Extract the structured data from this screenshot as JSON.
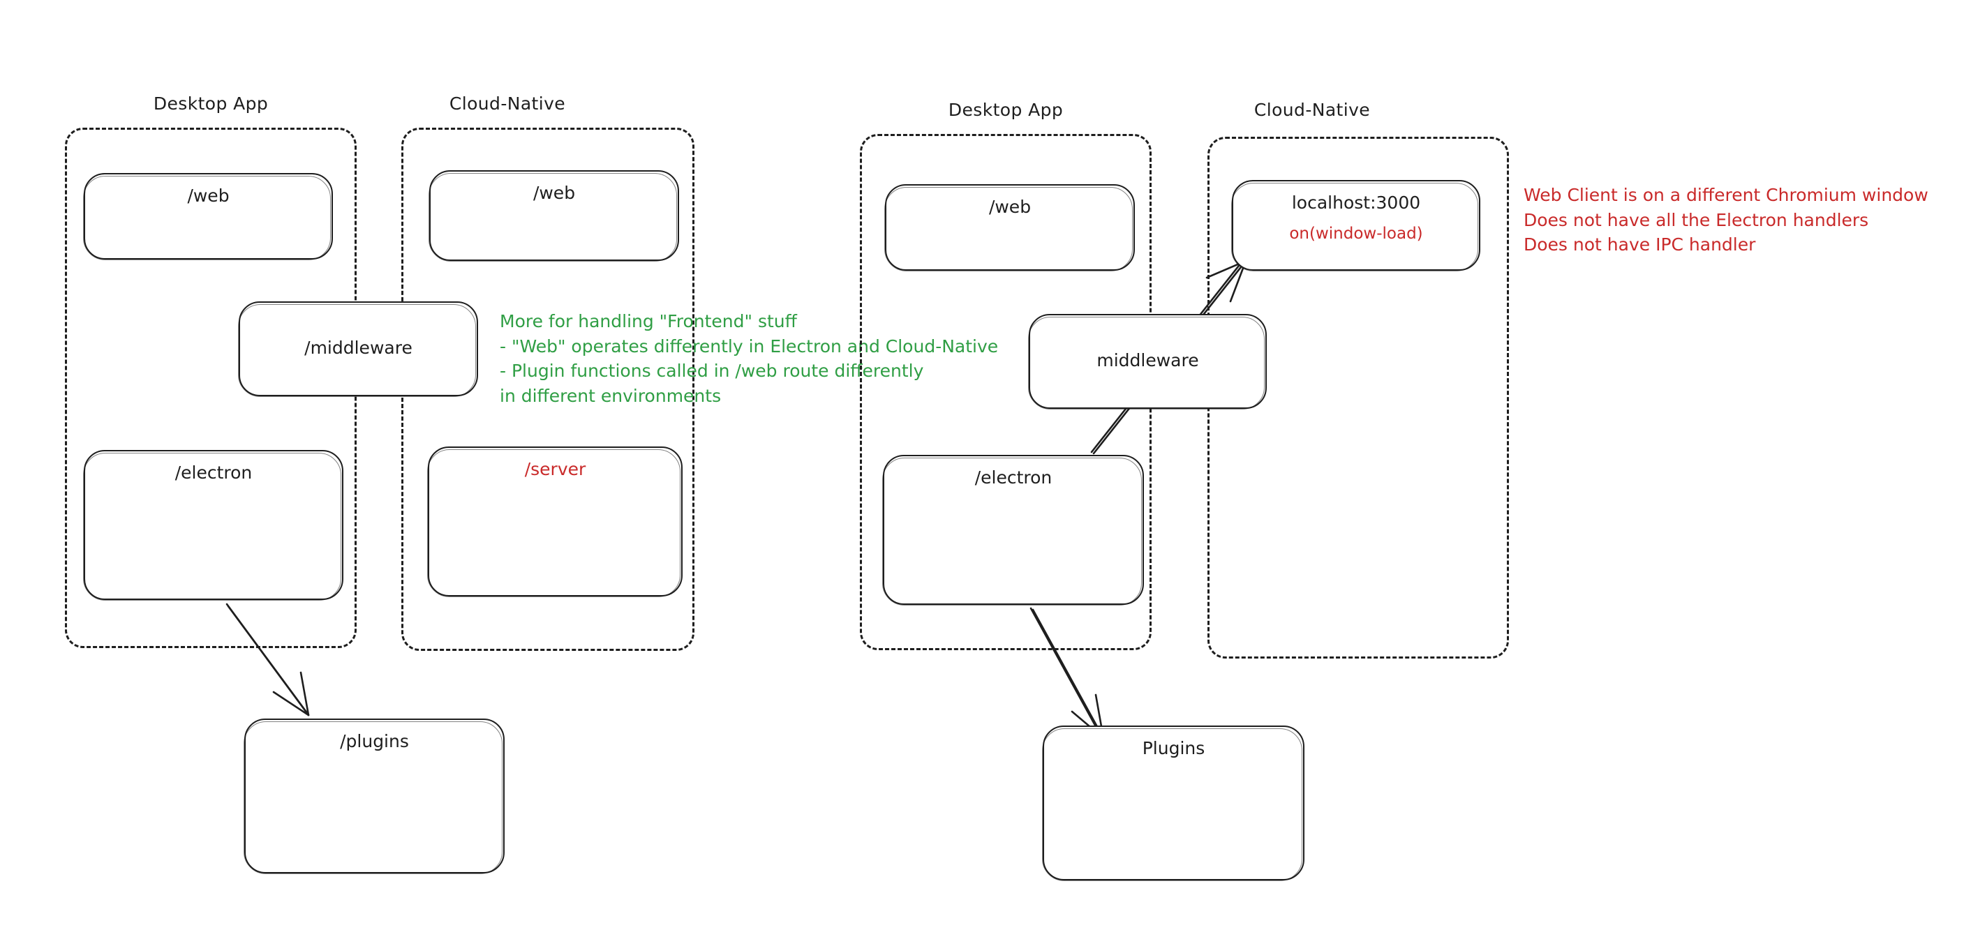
{
  "diagram": {
    "title": "Electron Desktop App vs Cloud-Native architecture sketch",
    "colors": {
      "ink": "#1e1e1e",
      "green_note": "#2f9e44",
      "red_note": "#c92a2a",
      "background": "#ffffff"
    }
  },
  "left_diagram": {
    "groups": [
      {
        "id": "left-desktop-app",
        "label": "Desktop App"
      },
      {
        "id": "left-cloud-native",
        "label": "Cloud-Native"
      }
    ],
    "nodes": [
      {
        "id": "left-desktop-web",
        "label": "/web"
      },
      {
        "id": "left-cloud-web",
        "label": "/web"
      },
      {
        "id": "left-middleware",
        "label": "/middleware"
      },
      {
        "id": "left-electron",
        "label": "/electron"
      },
      {
        "id": "left-server",
        "label": "/server"
      },
      {
        "id": "left-plugins",
        "label": "/plugins"
      }
    ]
  },
  "right_diagram": {
    "groups": [
      {
        "id": "right-desktop-app",
        "label": "Desktop App"
      },
      {
        "id": "right-cloud-native",
        "label": "Cloud-Native"
      }
    ],
    "nodes": [
      {
        "id": "right-desktop-web",
        "label": "/web"
      },
      {
        "id": "right-localhost",
        "label": "localhost:3000",
        "sublabel": "on(window-load)"
      },
      {
        "id": "right-middleware",
        "label": "middleware"
      },
      {
        "id": "right-electron",
        "label": "/electron"
      },
      {
        "id": "right-plugins",
        "label": "Plugins"
      }
    ]
  },
  "annotations": {
    "green_note": "More for handling \"Frontend\" stuff\n- \"Web\" operates differently in Electron and Cloud-Native\n- Plugin functions called in /web route differently\nin different environments",
    "red_note": "Web Client is on a different Chromium window\nDoes not have all the Electron handlers\nDoes not have IPC handler"
  },
  "arrows": [
    {
      "id": "left-electron-to-plugins",
      "from": "/electron",
      "to": "/plugins"
    },
    {
      "id": "right-electron-to-plugins",
      "from": "/electron",
      "to": "Plugins"
    },
    {
      "id": "right-electron-to-localhost",
      "from": "/electron",
      "to": "localhost:3000"
    }
  ]
}
